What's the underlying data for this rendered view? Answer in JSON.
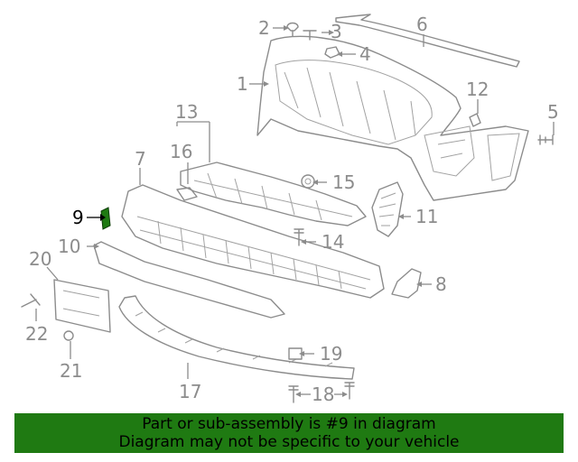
{
  "callouts": {
    "c1": "1",
    "c2": "2",
    "c3": "3",
    "c4": "4",
    "c5": "5",
    "c6": "6",
    "c7": "7",
    "c8": "8",
    "c9": "9",
    "c10": "10",
    "c11": "11",
    "c12": "12",
    "c13": "13",
    "c14": "14",
    "c15": "15",
    "c16": "16",
    "c17": "17",
    "c18": "18",
    "c19": "19",
    "c20": "20",
    "c21": "21",
    "c22": "22"
  },
  "highlight": {
    "part": "9",
    "color": "#1f7a12"
  },
  "banner": {
    "line1": "Part or sub-assembly is #9 in diagram",
    "line2": "Diagram may not be specific to your vehicle",
    "background": "#1f7a12"
  }
}
